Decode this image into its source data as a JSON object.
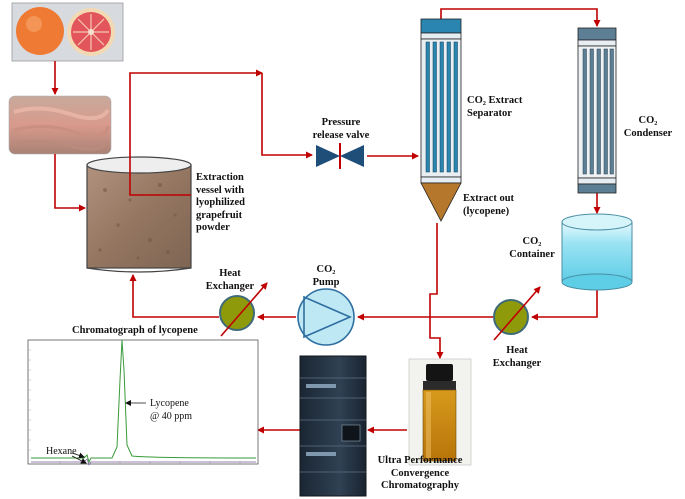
{
  "colors": {
    "arrow": "#c00000",
    "vessel_fill": "#9b7d6a",
    "column_blue": "#2a86b0",
    "column_slate": "#5d7f95",
    "exchanger_fill": "#8f9a0a",
    "pump_fill": "#bfe8f5",
    "container_fill": "#9be3f3",
    "cone_fill": "#b5772b",
    "valve_fill": "#1f4e79",
    "chromatogram_trace": "#3a9a3a"
  },
  "icons": {
    "valve": "bowtie-valve-icon",
    "pump": "pump-triangle-icon",
    "exchanger": "heat-exchanger-icon"
  },
  "labels": {
    "extraction_vessel": [
      "Extraction",
      "vessel with",
      "lyophilized",
      "grapefruit",
      "powder"
    ],
    "pressure_valve": [
      "Pressure",
      "release valve"
    ],
    "separator": [
      "CO₂ Extract",
      "Separator"
    ],
    "extract_out": [
      "Extract out",
      "(lycopene)"
    ],
    "condenser": [
      "CO₂",
      "Condenser"
    ],
    "co2_container": [
      "CO₂",
      "Container"
    ],
    "co2_pump": [
      "CO₂",
      "Pump"
    ],
    "heat_exchanger_left": [
      "Heat",
      "Exchanger"
    ],
    "heat_exchanger_right": [
      "Heat",
      "Exchanger"
    ],
    "upc2": [
      "Ultra Performance",
      "Convergence",
      "Chromatography"
    ],
    "chromatograph_title": "Chromatograph of lycopene",
    "peak_lycopene": [
      "Lycopene",
      "@ 40 ppm"
    ],
    "peak_hexane": "Hexane"
  }
}
